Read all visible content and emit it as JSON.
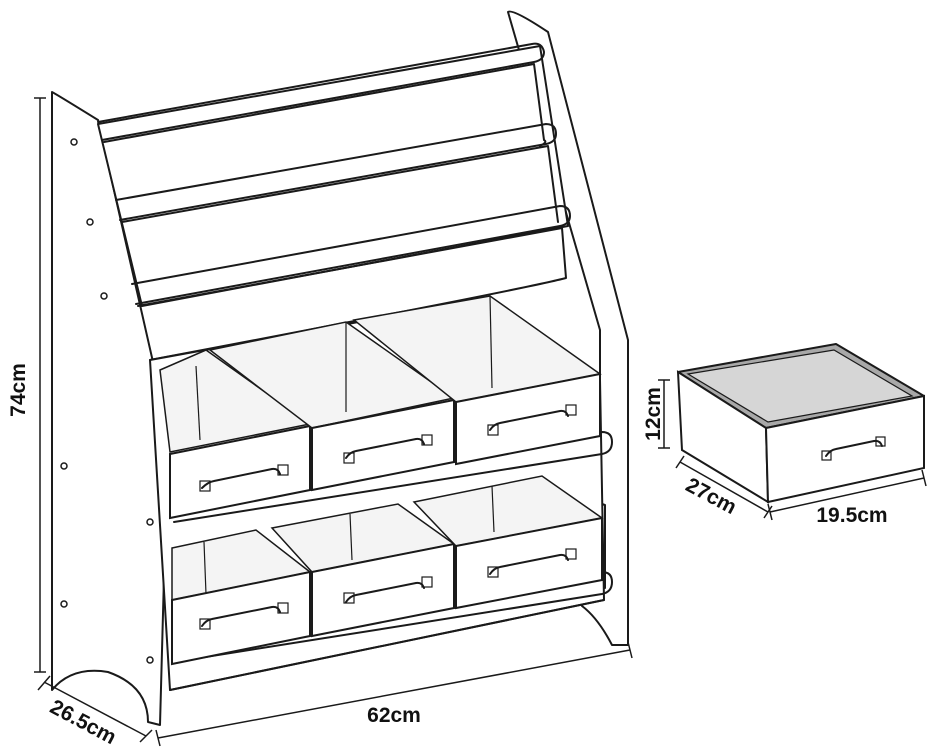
{
  "dimensions": {
    "height": "74cm",
    "depth": "26.5cm",
    "width": "62cm",
    "bin_height": "12cm",
    "bin_depth": "27cm",
    "bin_width": "19.5cm"
  },
  "colors": {
    "line": "#1a1a1a",
    "bin_interior": "#f4f4f4",
    "bin_rim": "#a8a8a8"
  }
}
